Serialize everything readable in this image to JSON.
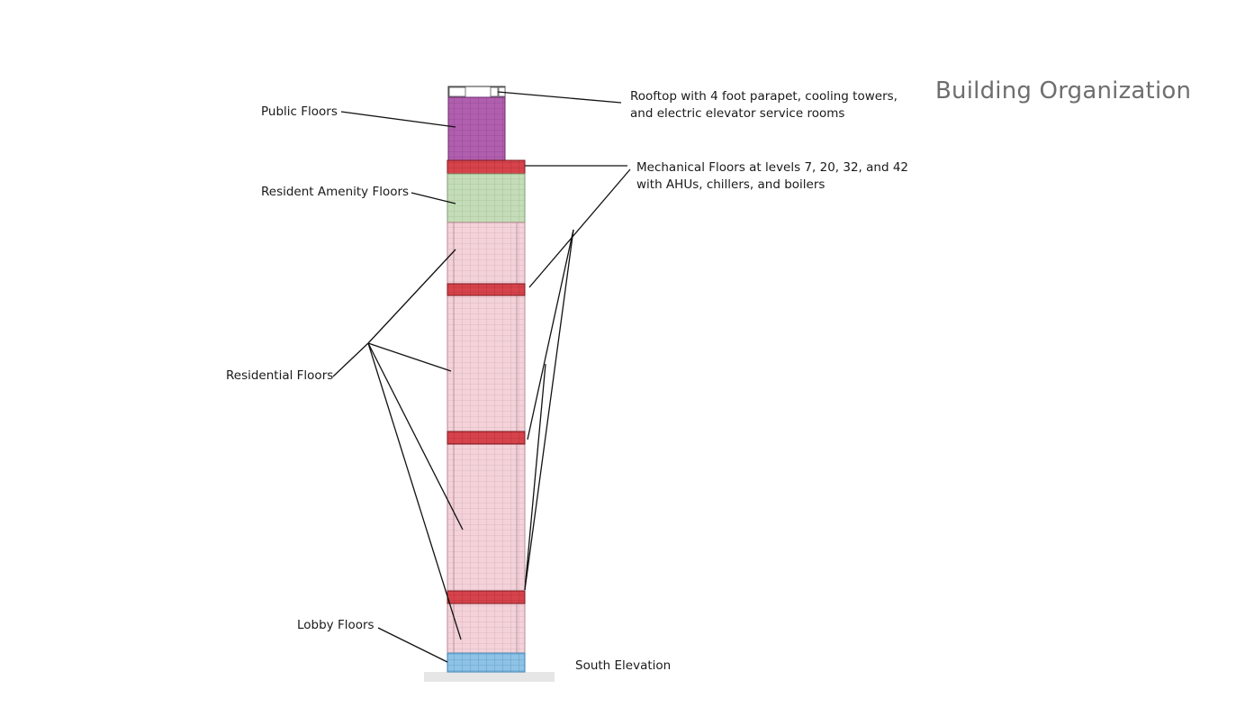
{
  "title": "Building Organization",
  "labels": {
    "public_floors": "Public Floors",
    "resident_amenity_floors": "Resident Amenity Floors",
    "residential_floors": "Residential Floors",
    "lobby_floors": "Lobby Floors",
    "rooftop_line1": "Rooftop with 4 foot parapet, cooling towers,",
    "rooftop_line2": "and electric elevator service rooms",
    "mechanical_line1": "Mechanical Floors at levels 7, 20, 32, and 42",
    "mechanical_line2": "with AHUs, chillers, and boilers",
    "south_elevation": "South Elevation"
  },
  "colors": {
    "public": "#b05fae",
    "mechanical": "#d6434b",
    "amenity": "#c4ddb8",
    "residential": "#f3d2d9",
    "lobby": "#8ec3e6",
    "ground": "#e6e6e6",
    "leader_line": "#111111"
  }
}
